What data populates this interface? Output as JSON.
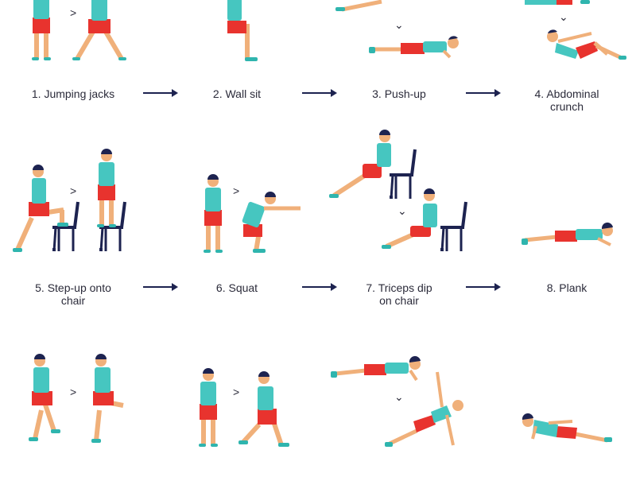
{
  "exercises": [
    {
      "number": "1.",
      "line1": "Jumping jacks",
      "line2": ""
    },
    {
      "number": "2.",
      "line1": "Wall sit",
      "line2": ""
    },
    {
      "number": "3.",
      "line1": "Push-up",
      "line2": ""
    },
    {
      "number": "4.",
      "line1": "Abdominal",
      "line2": "crunch"
    },
    {
      "number": "5.",
      "line1": "Step-up onto",
      "line2": "chair"
    },
    {
      "number": "6.",
      "line1": "Squat",
      "line2": ""
    },
    {
      "number": "7.",
      "line1": "Triceps dip",
      "line2": "on chair"
    },
    {
      "number": "8.",
      "line1": "Plank",
      "line2": ""
    }
  ],
  "glyphs": {
    "step_right": ">",
    "step_down": "⌄"
  },
  "colors": {
    "shirt": "#46c6c0",
    "shorts": "#e8332e",
    "skin": "#f0b07a",
    "hair": "#1d2350",
    "chair": "#1d2350",
    "arrow": "#1d2350",
    "shoe": "#2fb5ae"
  },
  "icons": [
    "exercise-figure",
    "chair-icon",
    "arrow-right-icon"
  ]
}
